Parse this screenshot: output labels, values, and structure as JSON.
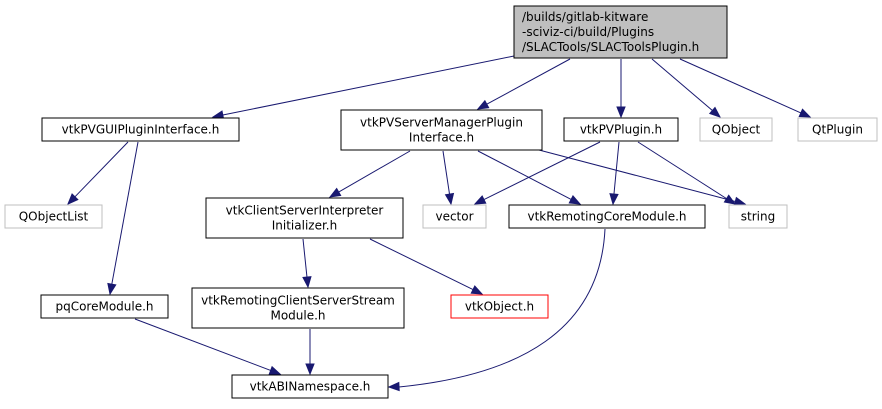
{
  "diagram": {
    "type": "include-dependency-graph",
    "colors": {
      "edge": "#191970",
      "root_fill": "#bfbfbf",
      "node_border": "#000000",
      "external_border": "#bfbfbf",
      "undocumented_border": "#ff0000"
    },
    "nodes": [
      {
        "id": "root",
        "lines": [
          "/builds/gitlab-kitware",
          "-sciviz-ci/build/Plugins",
          "/SLACTools/SLACToolsPlugin.h"
        ],
        "style": "root"
      },
      {
        "id": "vtkPVGUIPluginInterface",
        "lines": [
          "vtkPVGUIPluginInterface.h"
        ],
        "style": "normal"
      },
      {
        "id": "vtkPVServerManagerPluginInterface",
        "lines": [
          "vtkPVServerManagerPlugin",
          "Interface.h"
        ],
        "style": "normal"
      },
      {
        "id": "vtkPVPlugin",
        "lines": [
          "vtkPVPlugin.h"
        ],
        "style": "normal"
      },
      {
        "id": "QObject",
        "lines": [
          "QObject"
        ],
        "style": "external"
      },
      {
        "id": "QtPlugin",
        "lines": [
          "QtPlugin"
        ],
        "style": "external"
      },
      {
        "id": "QObjectList",
        "lines": [
          "QObjectList"
        ],
        "style": "external"
      },
      {
        "id": "vtkClientServerInterpreterInitializer",
        "lines": [
          "vtkClientServerInterpreter",
          "Initializer.h"
        ],
        "style": "normal"
      },
      {
        "id": "vector",
        "lines": [
          "vector"
        ],
        "style": "external"
      },
      {
        "id": "vtkRemotingCoreModule",
        "lines": [
          "vtkRemotingCoreModule.h"
        ],
        "style": "normal"
      },
      {
        "id": "string",
        "lines": [
          "string"
        ],
        "style": "external"
      },
      {
        "id": "pqCoreModule",
        "lines": [
          "pqCoreModule.h"
        ],
        "style": "normal"
      },
      {
        "id": "vtkRemotingClientServerStreamModule",
        "lines": [
          "vtkRemotingClientServerStream",
          "Module.h"
        ],
        "style": "normal"
      },
      {
        "id": "vtkObject",
        "lines": [
          "vtkObject.h"
        ],
        "style": "red"
      },
      {
        "id": "vtkABINamespace",
        "lines": [
          "vtkABINamespace.h"
        ],
        "style": "normal"
      }
    ],
    "edges": [
      {
        "from": "root",
        "to": "vtkPVGUIPluginInterface"
      },
      {
        "from": "root",
        "to": "vtkPVServerManagerPluginInterface"
      },
      {
        "from": "root",
        "to": "vtkPVPlugin"
      },
      {
        "from": "root",
        "to": "QObject"
      },
      {
        "from": "root",
        "to": "QtPlugin"
      },
      {
        "from": "vtkPVGUIPluginInterface",
        "to": "QObjectList"
      },
      {
        "from": "vtkPVGUIPluginInterface",
        "to": "pqCoreModule"
      },
      {
        "from": "vtkPVServerManagerPluginInterface",
        "to": "vtkClientServerInterpreterInitializer"
      },
      {
        "from": "vtkPVServerManagerPluginInterface",
        "to": "vector"
      },
      {
        "from": "vtkPVServerManagerPluginInterface",
        "to": "vtkRemotingCoreModule"
      },
      {
        "from": "vtkPVServerManagerPluginInterface",
        "to": "string"
      },
      {
        "from": "vtkPVPlugin",
        "to": "vector"
      },
      {
        "from": "vtkPVPlugin",
        "to": "vtkRemotingCoreModule"
      },
      {
        "from": "vtkPVPlugin",
        "to": "string"
      },
      {
        "from": "vtkClientServerInterpreterInitializer",
        "to": "vtkRemotingClientServerStreamModule"
      },
      {
        "from": "vtkClientServerInterpreterInitializer",
        "to": "vtkObject"
      },
      {
        "from": "vtkRemotingClientServerStreamModule",
        "to": "vtkABINamespace"
      },
      {
        "from": "pqCoreModule",
        "to": "vtkABINamespace"
      },
      {
        "from": "vtkRemotingCoreModule",
        "to": "vtkABINamespace"
      }
    ]
  }
}
